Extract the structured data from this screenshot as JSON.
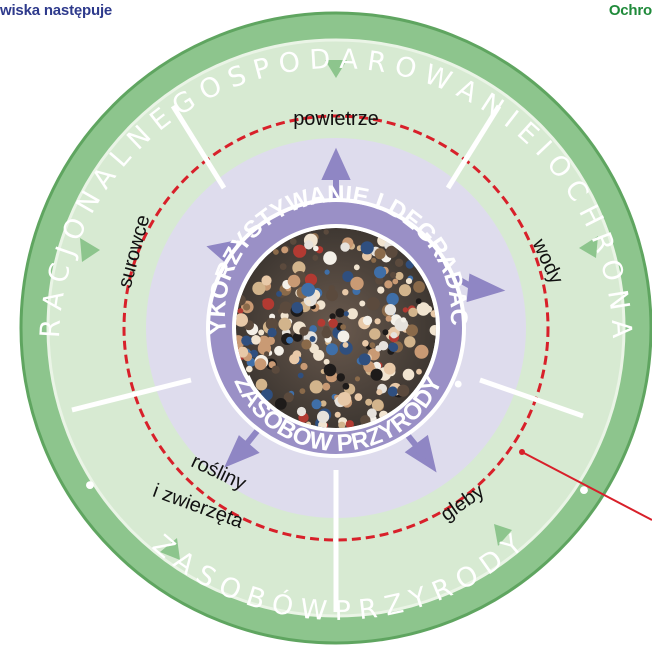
{
  "header": {
    "left_text": "wiska następuje",
    "right_text": "Ochro"
  },
  "outer_ring": {
    "top_text": "R A C J O N A L N E   G O S P O D A R O W A N I E   I   O C H R O N A",
    "bottom_text": "Z A S O B Ó W   P R Z Y R O D Y",
    "bullet": "•"
  },
  "inner_ring": {
    "top_text": "WYKORZYSTYWANIE I DEGRADACJA",
    "bottom_text": "ZASOBÓW PRZYRODY",
    "bullet": "•"
  },
  "resources": {
    "air": "powietrze",
    "water": "wody",
    "soil": "gleby",
    "flora_fauna_1": "rośliny",
    "flora_fauna_2": "i zwierzęta",
    "raw_materials": "surowce"
  },
  "colors": {
    "outer_ring": "#8dc58d",
    "outer_ring_edge": "#5fa560",
    "green_band": "#d7ead2",
    "lavender_band": "#dedced",
    "inner_ring": "#9a90c6",
    "arrow": "#8f86c4",
    "dashed_line": "#d8202a",
    "divider": "#ffffff"
  }
}
